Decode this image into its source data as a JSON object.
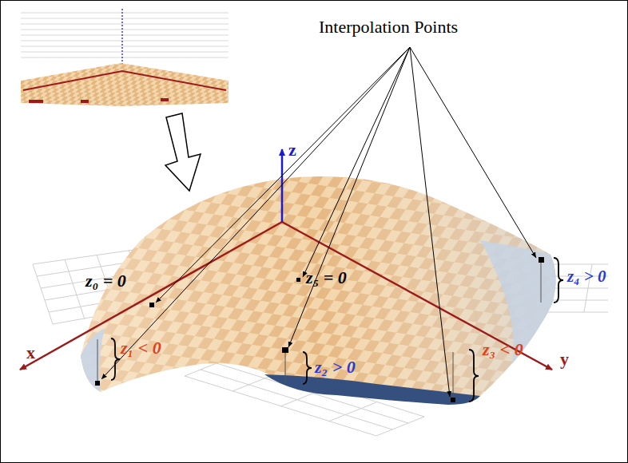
{
  "diagram": {
    "labels": [
      "Interpolation Points",
      "z₀ = 0",
      "z₅ = 0",
      "z₁ < 0",
      "z₂ > 0",
      "z₃ < 0",
      "z₄ > 0",
      "z",
      "x",
      "y"
    ]
  }
}
